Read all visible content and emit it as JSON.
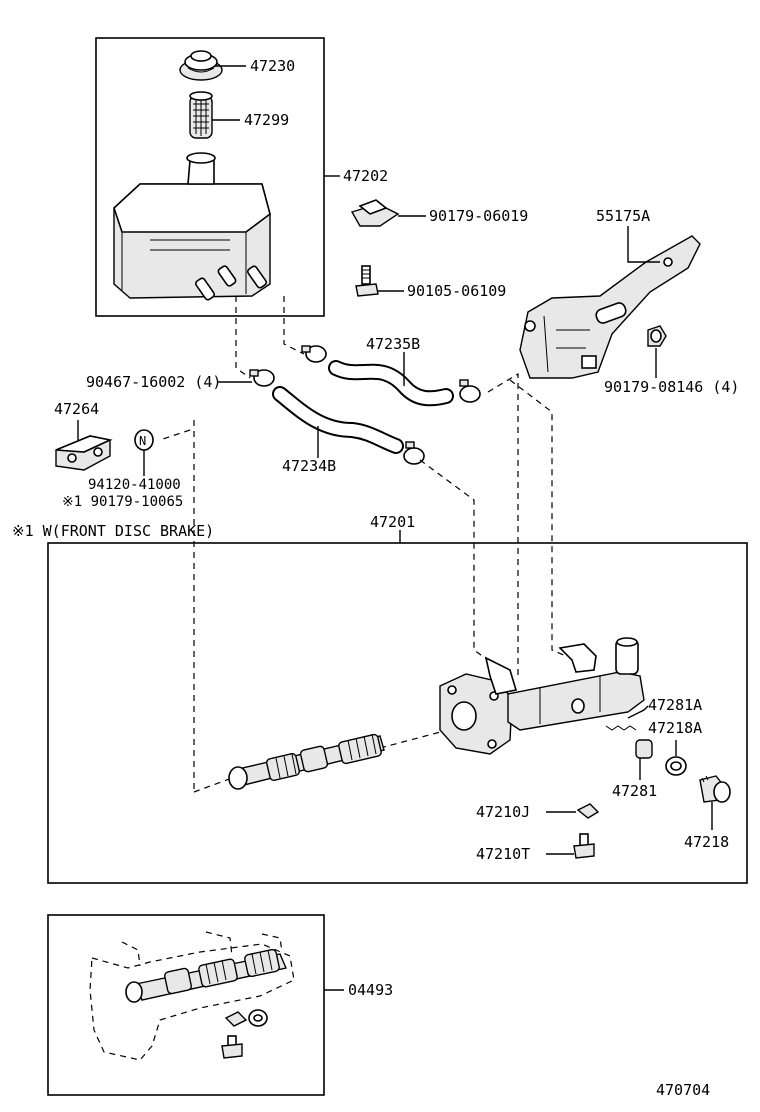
{
  "labels": {
    "p47230": "47230",
    "p47299": "47299",
    "p47202": "47202",
    "p90179_06019": "90179-06019",
    "p55175A": "55175A",
    "p90105_06109": "90105-06109",
    "p47235B": "47235B",
    "p90467": "90467-16002 (4)",
    "p90179_08146": "90179-08146 (4)",
    "p47264": "47264",
    "p47234B": "47234B",
    "p94120": "94120-41000",
    "p90179_10065": "※1 90179-10065",
    "note_front_disc": "※1 W(FRONT DISC BRAKE)",
    "p47201": "47201",
    "p47281A": "47281A",
    "p47218A": "47218A",
    "p47281": "47281",
    "p47210J": "47210J",
    "p47218": "47218",
    "p47210T": "47210T",
    "p04493": "04493",
    "n_marker": "N",
    "diagram_id": "470704"
  }
}
